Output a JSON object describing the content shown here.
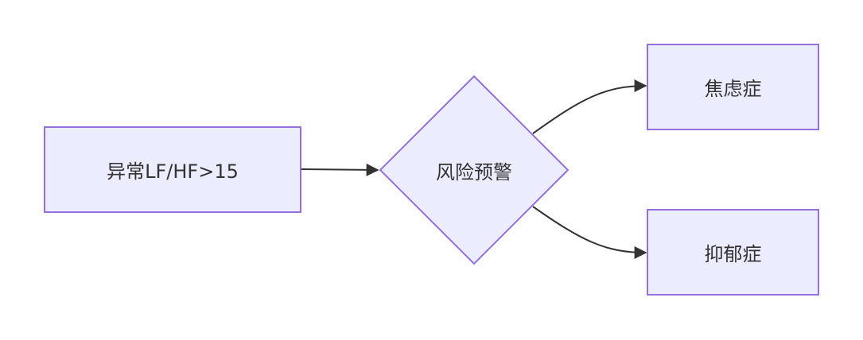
{
  "nodes": {
    "source": {
      "label": "异常LF/HF>15"
    },
    "decision": {
      "label": "风险预警"
    },
    "anxiety": {
      "label": "焦虑症"
    },
    "depression": {
      "label": "抑郁症"
    }
  },
  "colors": {
    "node_fill": "#ECECFF",
    "node_stroke": "#9370DB",
    "edge": "#333333",
    "text": "#333333"
  }
}
